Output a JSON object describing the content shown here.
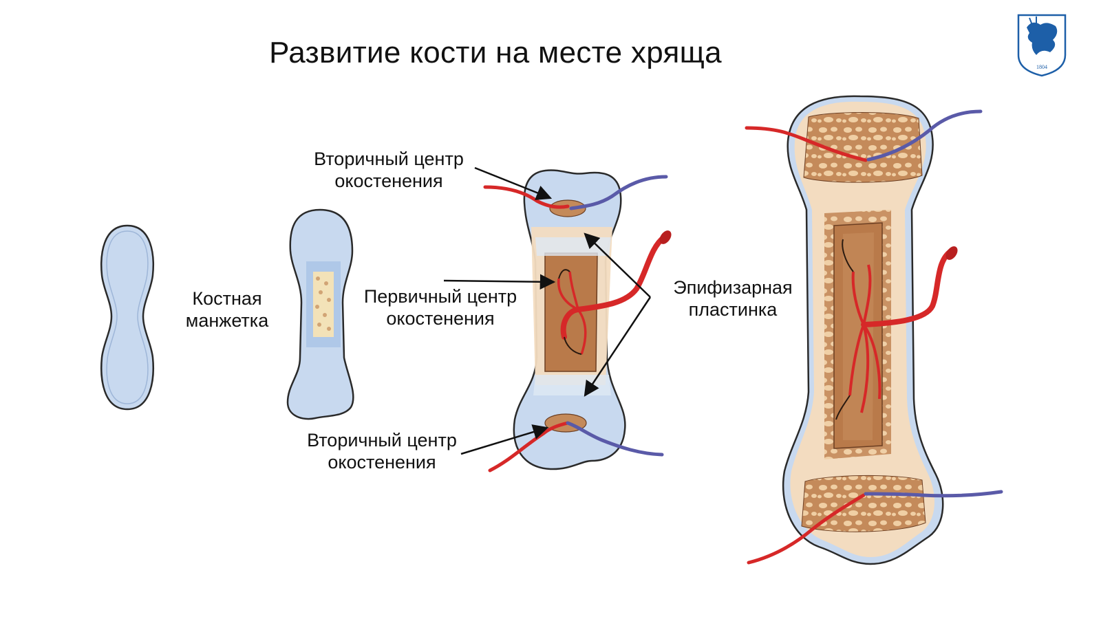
{
  "slide": {
    "title": "Развитие кости на месте хряща",
    "logo": {
      "icon": "university-crest-icon",
      "year": "1804",
      "color": "#1d5fa8"
    }
  },
  "labels": {
    "bone_collar": [
      "Костная",
      "манжетка"
    ],
    "secondary_top": [
      "Вторичный центр",
      "окостенения"
    ],
    "primary": [
      "Первичный центр",
      "окостенения"
    ],
    "epiphyseal": [
      "Эпифизарная",
      "пластинка"
    ],
    "secondary_bottom": [
      "Вторичный центр",
      "окостенения"
    ]
  },
  "colors": {
    "cartilage": "#c8d9ef",
    "bone": "#f3dcc0",
    "spongy": "#c48a5a",
    "marrow": "#b97a4a",
    "artery": "#d62828",
    "vein": "#5a5aa8"
  }
}
